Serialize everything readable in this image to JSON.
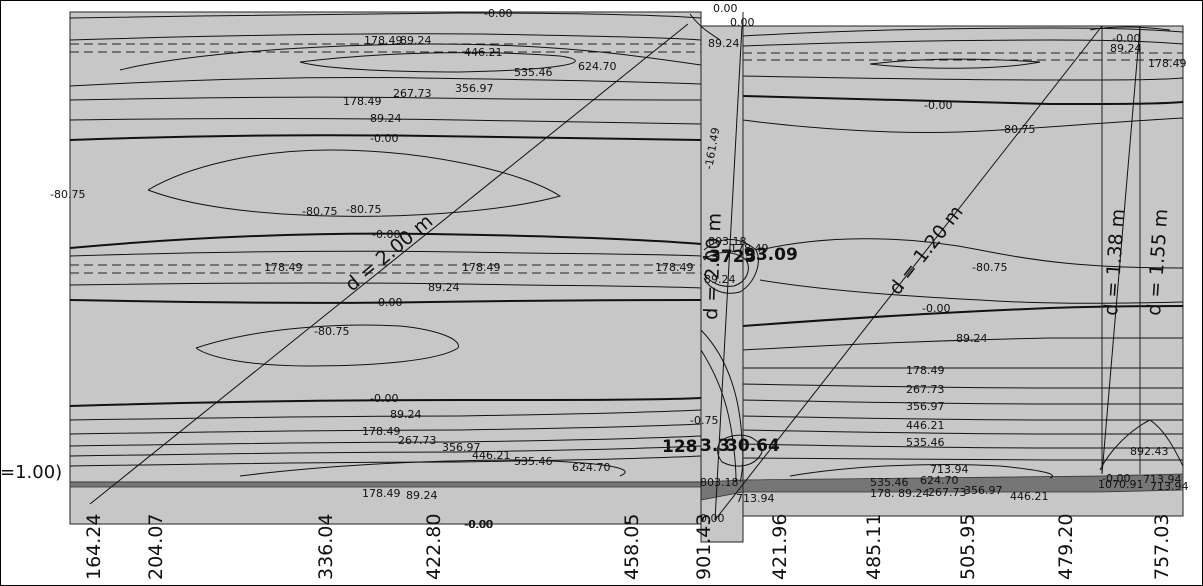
{
  "diagram": {
    "left_edge_label": "=1.00)",
    "thickness_labels": [
      "d = 2.00 m",
      "d = 1.20 m",
      "d = 1.38 m",
      "d = 1.55 m"
    ],
    "axis_labels": [
      "164.24",
      "204.07",
      "336.04",
      "422.80",
      "458.05",
      "901.43",
      "421.96",
      "485.11",
      "505.95",
      "479.20",
      "757.03"
    ],
    "peak_labels": [
      "-3725",
      "93.09",
      "128",
      "3.3",
      "30.64"
    ],
    "contour_labels": [
      "-0.00",
      "178.49",
      "89.24",
      "446.21",
      "535.46",
      "624.70",
      "356.97",
      "267.73",
      "178.49",
      "89.24",
      "-0.00",
      "-80.75",
      "-80.75",
      "-80.75",
      "-0.00",
      "178.49",
      "178.49",
      "89.24",
      "178.49",
      "-0.00",
      "-80.75",
      "-0.00",
      "89.24",
      "178.49",
      "267.73",
      "356.97",
      "446.21",
      "535.46",
      "624.70",
      "178.49",
      "89.24",
      "-0.00",
      "0.00",
      "0.00",
      "89.24",
      "-0.00",
      "178.49",
      "89.24",
      "-0.00",
      "-80.75",
      "-161.49",
      "-80.75",
      "-0.00",
      "89.24",
      "178.49",
      "267.73",
      "356.97",
      "446.21",
      "535.46",
      "713.94",
      "535.46",
      "624.70",
      "178.",
      "89.24",
      "267.73",
      "356.97",
      "446.21",
      "-0.00",
      "713.94",
      "1070.91",
      "713.94",
      "892.43",
      "803.18",
      "178.49",
      "89.24",
      "-0.75",
      "803.18",
      "713.94",
      "0.00",
      "-0.00",
      "-0.00"
    ]
  }
}
